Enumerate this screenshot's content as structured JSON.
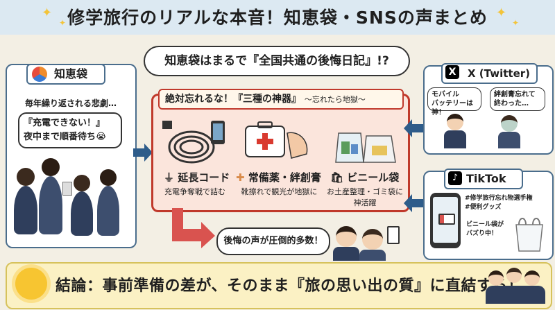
{
  "title": "修学旅行のリアルな本音！知恵袋・SNSの声まとめ",
  "intro_bubble": "知恵袋はまるで『全国共通の後悔日記』!?",
  "left_panel": {
    "header": "知恵袋",
    "caption": "毎年繰り返される悲劇…",
    "bubble_line1": "『充電できない！』",
    "bubble_line2": "夜中まで順番待ち😭"
  },
  "center_panel": {
    "header": "絶対忘れるな！『三種の神器』",
    "header_sub": "〜忘れたら地獄〜",
    "items": [
      {
        "title": "延長コード",
        "desc": "充電争奪戦で詰む",
        "icon": "plug-icon"
      },
      {
        "title": "常備薬・絆創膏",
        "desc": "靴擦れで観光が地獄に",
        "icon": "bandage-icon"
      },
      {
        "title": "ビニール袋",
        "desc_line1": "お土産整理・ゴミ袋に",
        "desc_line2": "神活躍",
        "icon": "bag-icon"
      }
    ]
  },
  "x_panel": {
    "header": "X (Twitter)",
    "bubble1_line1": "モバイル",
    "bubble1_line2": "バッテリーは神！",
    "bubble2_line1": "絆創膏忘れて",
    "bubble2_line2": "終わった…"
  },
  "tiktok_panel": {
    "header": "TikTok",
    "line1": "#修学旅行忘れ物選手権",
    "line2": "#便利グッズ",
    "bubble_line1": "ビニール袋が",
    "bubble_line2": "バズり中！"
  },
  "regret_bubble": "後悔の声が圧倒的多数！",
  "conclusion": "結論：事前準備の差が、そのまま『旅の思い出の質』に直結する！",
  "colors": {
    "title_bg": "#dce9f2",
    "accent_red": "#c0392b",
    "panel_blue": "#4a6d8c",
    "conclusion_bg": "#fbf1c4"
  }
}
